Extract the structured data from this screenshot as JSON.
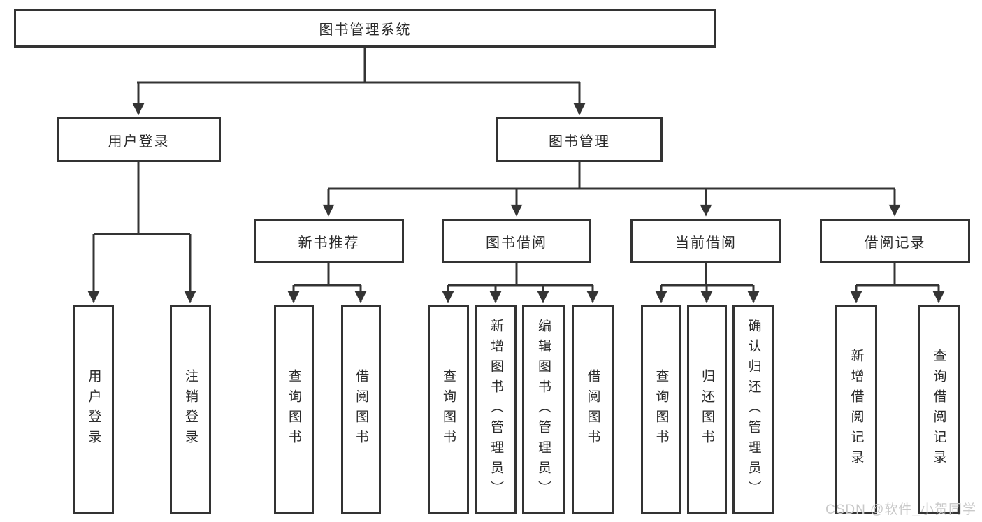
{
  "diagram_type": "hierarchy-tree",
  "colors": {
    "background": "#ffffff",
    "box_border": "#333333",
    "connector_line": "#343434",
    "text": "#2b2b2b",
    "watermark_text": "#c9c9c9"
  },
  "tree": {
    "label": "图书管理系统",
    "children": [
      {
        "label": "用户登录",
        "children": [
          {
            "label": "用户登录"
          },
          {
            "label": "注销登录"
          }
        ]
      },
      {
        "label": "图书管理",
        "children": [
          {
            "label": "新书推荐",
            "children": [
              {
                "label": "查询图书"
              },
              {
                "label": "借阅图书"
              }
            ]
          },
          {
            "label": "图书借阅",
            "children": [
              {
                "label": "查询图书"
              },
              {
                "label": "新增图书（管理员）"
              },
              {
                "label": "编辑图书（管理员）"
              },
              {
                "label": "借阅图书"
              }
            ]
          },
          {
            "label": "当前借阅",
            "children": [
              {
                "label": "查询图书"
              },
              {
                "label": "归还图书"
              },
              {
                "label": "确认归还（管理员）"
              }
            ]
          },
          {
            "label": "借阅记录",
            "children": [
              {
                "label": "新增借阅记录"
              },
              {
                "label": "查询借阅记录"
              }
            ]
          }
        ]
      }
    ]
  },
  "watermark": "CSDN @软件_小贺同学"
}
